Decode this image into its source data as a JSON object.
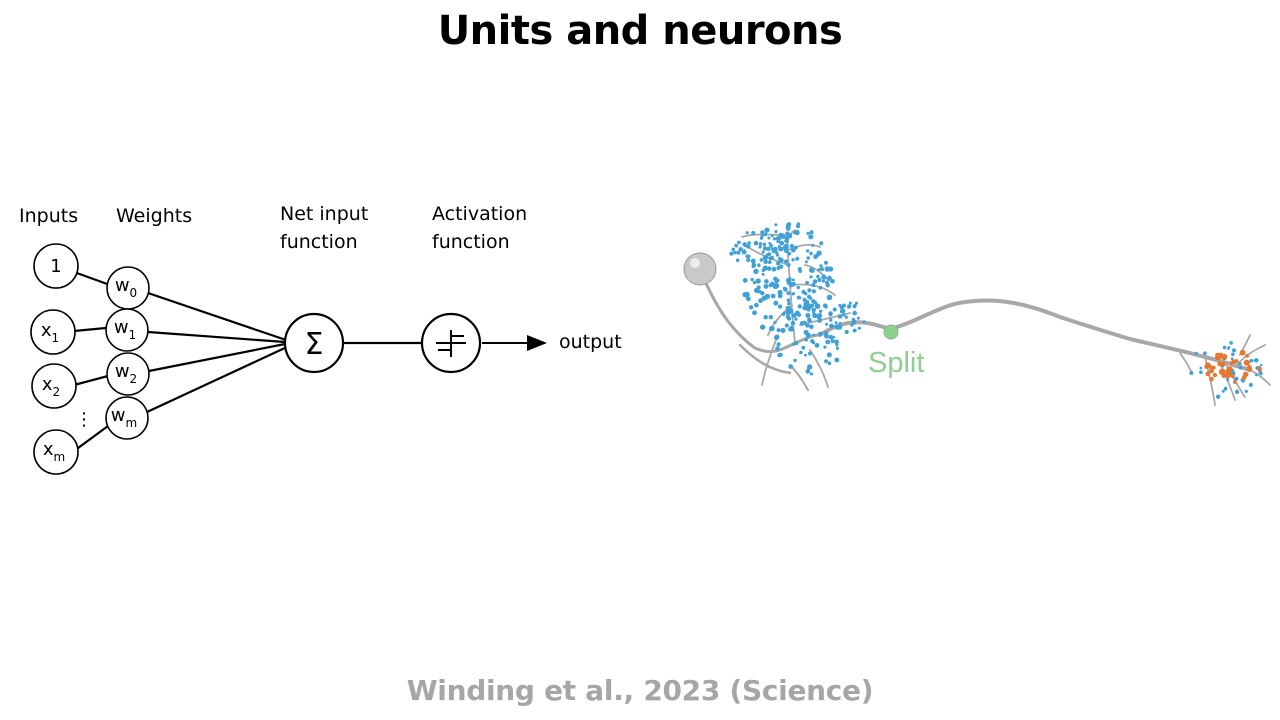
{
  "title": "Units and neurons",
  "citation": "Winding et al., 2023 (Science)",
  "perceptron": {
    "headers": {
      "inputs": "Inputs",
      "weights": "Weights",
      "net_input_line1": "Net input",
      "net_input_line2": "function",
      "activation_line1": "Activation",
      "activation_line2": "function"
    },
    "inputs": [
      {
        "base": "1",
        "sub": ""
      },
      {
        "base": "x",
        "sub": "1"
      },
      {
        "base": "x",
        "sub": "2"
      },
      {
        "base": "x",
        "sub": "m"
      }
    ],
    "weights": [
      {
        "base": "w",
        "sub": "0"
      },
      {
        "base": "w",
        "sub": "1"
      },
      {
        "base": "w",
        "sub": "2"
      },
      {
        "base": "w",
        "sub": "m"
      }
    ],
    "ellipsis": "⋮",
    "sum_symbol": "Σ",
    "output_label": "output"
  },
  "neuron": {
    "split_label": "Split",
    "colors": {
      "axon": "#a8a8a8",
      "soma": "#c9c9c9",
      "dendrite_sites": "#3fa1d6",
      "output_sites": "#e5782e",
      "split_marker": "#8fcf91"
    }
  }
}
